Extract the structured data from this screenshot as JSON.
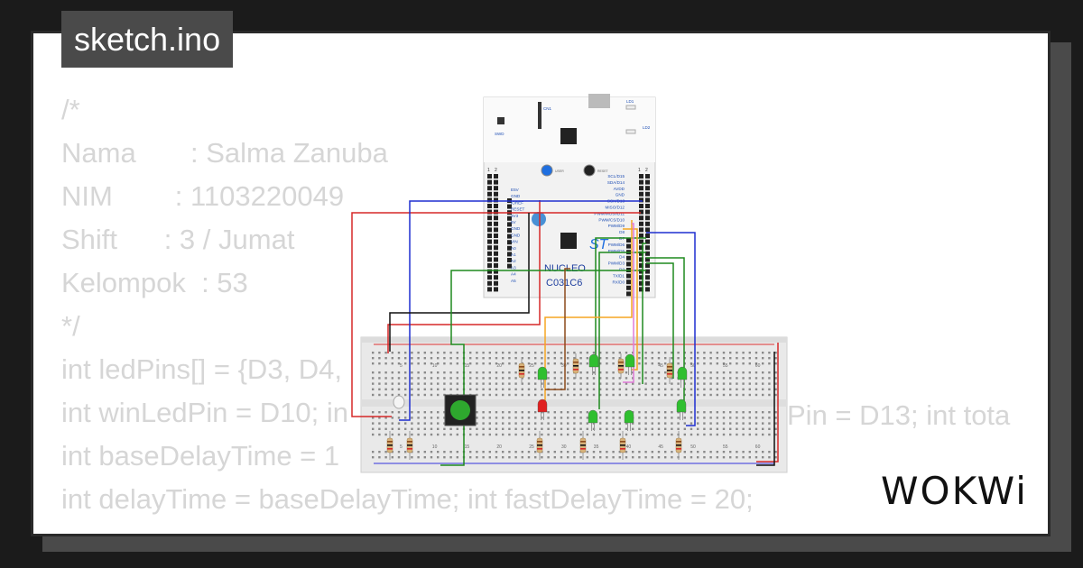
{
  "file_tab": {
    "title": "sketch.ino"
  },
  "code_lines": [
    "/*",
    "Nama       : Salma Zanuba",
    "NIM        : 1103220049",
    "Shift      : 3 / Jumat",
    "Kelompok  : 53",
    "*/",
    "int ledPins[] = {D3, D4,",
    "int winLedPin = D10; in",
    "int baseDelayTime = 1",
    "int delayTime = baseDelayTime; int fastDelayTime = 20;"
  ],
  "code_overflow_text": "Pin = D13; int tota",
  "board": {
    "name": "NUCLEO",
    "model": "C031C6",
    "labels_left": [
      "E5V",
      "GND",
      "IOREF",
      "RESET",
      "3V3",
      "5V",
      "GND",
      "GND",
      "VIN",
      "A0",
      "A1",
      "A2",
      "A3",
      "A4",
      "A5"
    ],
    "labels_right": [
      "SCL/D15",
      "SDA/D14",
      "AVDD",
      "GND",
      "SCK/D13",
      "MISO/D12",
      "PWM/MOSI/D11",
      "PWM/CS/D10",
      "PWM/D9",
      "D8",
      "D7",
      "PWM/D6",
      "PWM/D5",
      "D4",
      "PWM/D3",
      "D2",
      "TX/D1",
      "RX/D0"
    ],
    "header_numbers": [
      "1",
      "2"
    ],
    "button_labels": [
      "USER",
      "RESET"
    ],
    "chip_labels": [
      "LD1",
      "LD2",
      "CN1",
      "SWD"
    ]
  },
  "breadboard": {
    "column_numbers": [
      "5",
      "10",
      "15",
      "20",
      "25",
      "30",
      "35",
      "40",
      "45",
      "50",
      "55",
      "60"
    ]
  },
  "brand": {
    "logo": "WOKWi"
  },
  "colors": {
    "wire_red": "#d62828",
    "wire_blue": "#1f2fd0",
    "wire_black": "#111111",
    "wire_green": "#1e8a1e",
    "wire_orange": "#f5a623",
    "wire_brown": "#8b4a1c",
    "wire_pink": "#e07bd8",
    "led_green": "#2fbf2f",
    "led_red": "#e02020",
    "board_blue": "#1f4fb5"
  }
}
